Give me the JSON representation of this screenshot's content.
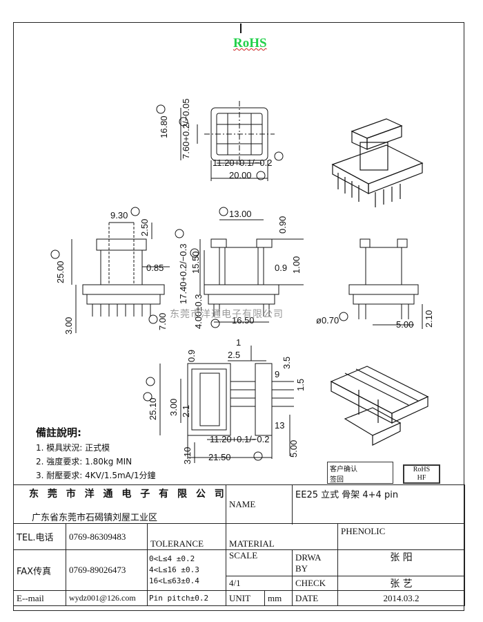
{
  "header": {
    "rohs": "RoHS"
  },
  "dimensions": {
    "top_height": "16.80",
    "top_inner": "7.60+0.2/−0.05",
    "top_w1": "11.20+0.1/−0.2",
    "top_w2": "20.00",
    "front_930": "9.30",
    "front_250": "2.50",
    "front_2500": "25.00",
    "front_085": "0.85",
    "front_300": "3.00",
    "front_700": "7.00",
    "side_1300": "13.00",
    "side_090": "0.90",
    "side_1740": "17.40+0.2/−0.3",
    "side_1550": "15.50",
    "side_09": "0.9",
    "side_100": "1.00",
    "side_400": "4.00±0.3",
    "side_1650": "16.50",
    "right_070": "ø0.70",
    "right_500": "5.00",
    "right_210": "2.10",
    "bot_1": "1",
    "bot_25": "2.5",
    "bot_09": "0.9",
    "bot_35": "3.5",
    "bot_9": "9",
    "bot_15": "1.5",
    "bot_2510": "25.10",
    "bot_300": "3.00",
    "bot_21": "2.1",
    "bot_13": "13",
    "bot_1120": "11.20+0.1/−0.2",
    "bot_2150": "21.50",
    "bot_310": "3.10",
    "bot_500": "5.00"
  },
  "notes": {
    "title": "備註說明:",
    "items": [
      "1. 模具狀況: 正式模",
      "2. 強度要求: 1.80kg MIN",
      "3. 耐壓要求: 4KV/1.5mA/1分鐘"
    ]
  },
  "watermark": "东莞市洋通电子有限公司",
  "stamps": {
    "customer_confirm": "客户确认",
    "sign": "签回",
    "rohs_hf": "RoHS",
    "hf": "HF"
  },
  "titleblock": {
    "company": "东 莞 市 洋 通 电 子 有 限 公 司",
    "address": "广东省东莞市石碣镇刘屋工业区",
    "name_label": "NAME",
    "name_value": "EE25 立式   骨架 4+4 pin",
    "tel_label": "TEL.电话",
    "tel_value": "0769-86309483",
    "fax_label": "FAX传真",
    "fax_value": "0769-89026473",
    "email_label": "E--mail",
    "email_value": "wydz001@126.com",
    "tolerance_label": "TOLERANCE",
    "tol1": "0<L≤4   ±0.2",
    "tol2": "4<L≤16  ±0.3",
    "tol3": "16<L≤63±0.4",
    "pin_pitch": "Pin pitch±0.2",
    "material_label": "MATERIAL",
    "material_value": "PHENOLIC",
    "scale_label": "SCALE",
    "scale_value": "4/1",
    "drawn_label": "DRWA BY",
    "drawn_value": "张 阳",
    "check_label": "CHECK",
    "check_value": "张 艺",
    "unit_label": "UNIT",
    "unit_value": "mm",
    "date_label": "DATE",
    "date_value": "2014.03.2"
  }
}
